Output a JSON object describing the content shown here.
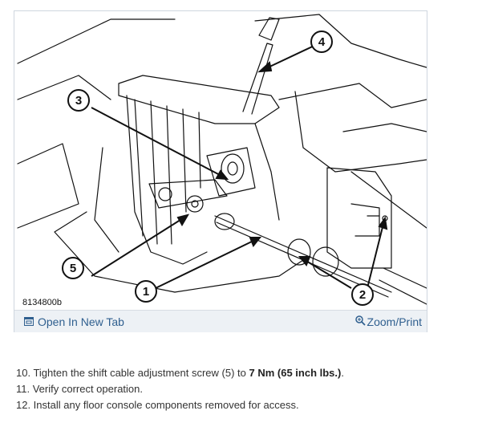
{
  "figure": {
    "code": "8134800b",
    "callouts": [
      "1",
      "2",
      "3",
      "4",
      "5"
    ]
  },
  "toolbar": {
    "open_tab": "Open In New Tab",
    "zoom_print": "Zoom/Print",
    "open_tab_icon": "open-tab-icon",
    "zoom_icon": "zoom-icon"
  },
  "steps": [
    {
      "prefix": "10. Tighten the shift cable adjustment screw (5) to ",
      "bold": "7 Nm (65 inch lbs.)",
      "suffix": "."
    },
    {
      "text": "11. Verify correct operation."
    },
    {
      "text": "12. Install any floor console components removed for access."
    }
  ],
  "colors": {
    "link": "#2f5f8f",
    "bar": "#edf1f5",
    "border": "#cfd6df"
  }
}
